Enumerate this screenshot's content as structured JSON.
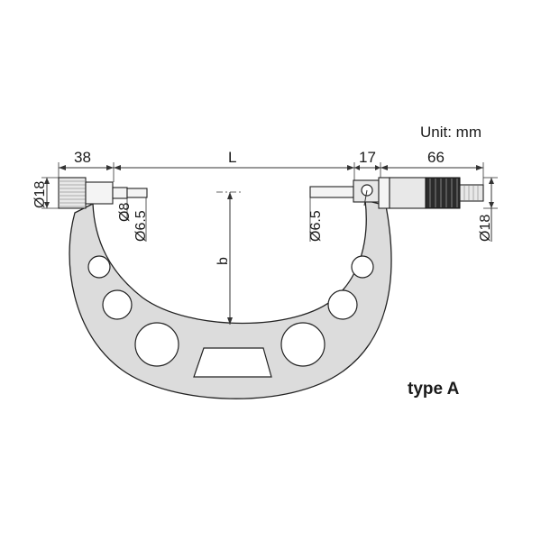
{
  "unit_label": "Unit: mm",
  "type_label": "type A",
  "dimensions": {
    "left_width": "38",
    "span": "L",
    "spindle_width": "17",
    "thimble_length": "66",
    "anvil_head_dia": "Ø18",
    "anvil_dia_8": "Ø8",
    "anvil_dia_65": "Ø6.5",
    "spindle_dia_65": "Ø6.5",
    "thimble_dia": "Ø18",
    "depth": "b"
  }
}
